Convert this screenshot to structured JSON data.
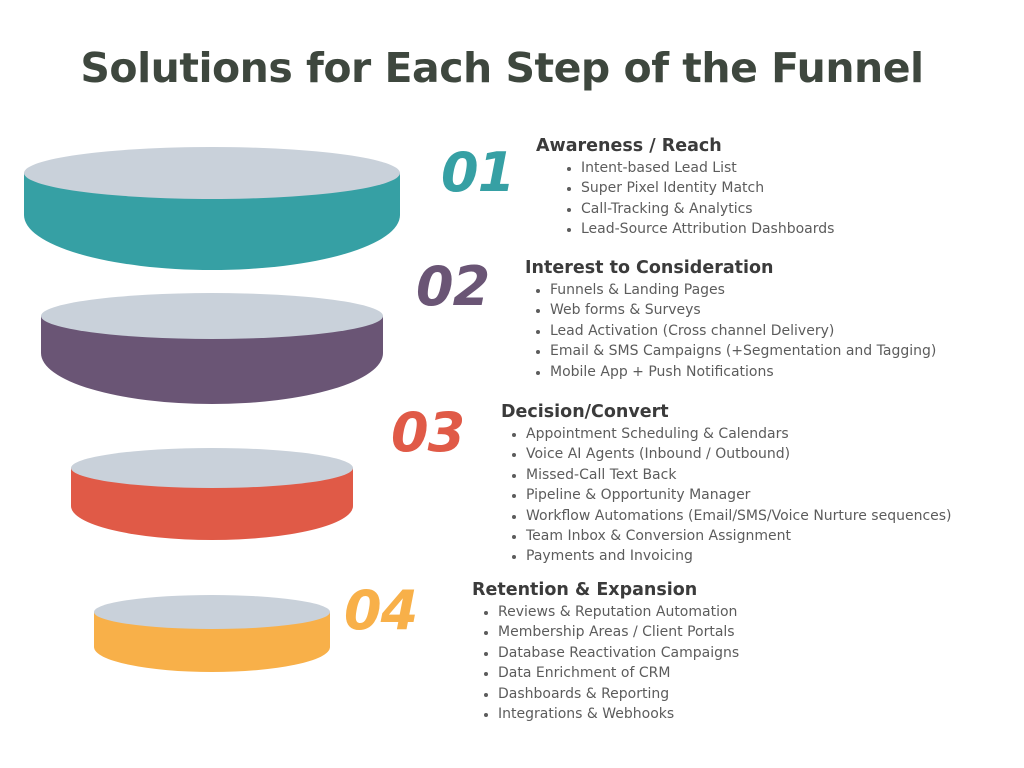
{
  "title": "Solutions for Each Step of the Funnel",
  "colors": {
    "title": "#3e473e",
    "disk_top": "#c9d1da",
    "text": "#5c5c5c"
  },
  "steps": [
    {
      "number": "01",
      "color": "#36a0a4",
      "title": "Awareness / Reach",
      "items": [
        "Intent-based Lead List",
        "Super Pixel Identity Match",
        "Call-Tracking & Analytics",
        "Lead-Source Attribution Dashboards"
      ]
    },
    {
      "number": "02",
      "color": "#6a5575",
      "title": "Interest to Consideration",
      "items": [
        "Funnels & Landing Pages",
        "Web forms & Surveys",
        "Lead Activation (Cross channel Delivery)",
        "Email & SMS Campaigns (+Segmentation and Tagging)",
        "Mobile App + Push Notifications"
      ]
    },
    {
      "number": "03",
      "color": "#e05a47",
      "title": "Decision/Convert",
      "items": [
        "Appointment Scheduling & Calendars",
        "Voice AI Agents (Inbound / Outbound)",
        "Missed-Call Text Back",
        "Pipeline & Opportunity Manager",
        "Workflow Automations (Email/SMS/Voice Nurture sequences)",
        "Team Inbox & Conversion Assignment",
        "Payments and Invoicing"
      ]
    },
    {
      "number": "04",
      "color": "#f8b049",
      "title": "Retention & Expansion",
      "items": [
        "Reviews & Reputation Automation",
        "Membership Areas / Client Portals",
        "Database Reactivation Campaigns",
        "Data Enrichment of CRM",
        "Dashboards & Reporting",
        "Integrations & Webhooks"
      ]
    }
  ]
}
